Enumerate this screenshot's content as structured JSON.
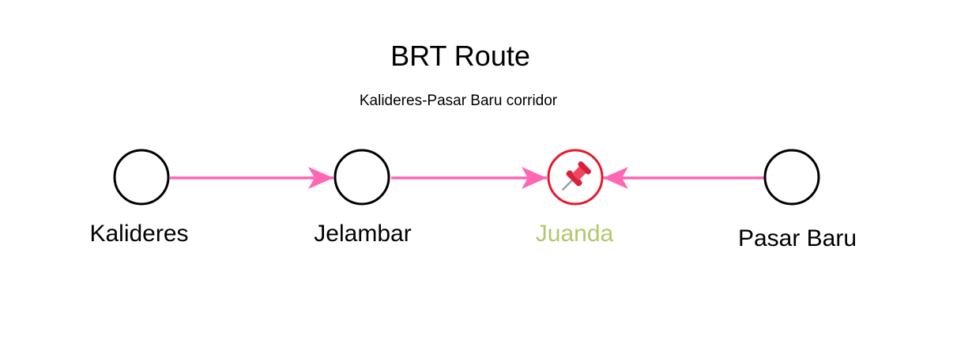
{
  "diagram": {
    "title": "BRT Route",
    "subtitle": "Kalideres-Pasar Baru corridor",
    "colors": {
      "arrow": "#ff66b3",
      "node_stroke": "#000000",
      "highlight_stroke": "#e6192b",
      "highlight_label": "#b3c66b",
      "label": "#000000"
    },
    "stations": [
      {
        "id": "kalideres",
        "label": "Kalideres",
        "highlight": false,
        "icon": ""
      },
      {
        "id": "jelambar",
        "label": "Jelambar",
        "highlight": false,
        "icon": ""
      },
      {
        "id": "juanda",
        "label": "Juanda",
        "highlight": true,
        "icon": "pushpin-icon"
      },
      {
        "id": "pasar-baru",
        "label": "Pasar Baru",
        "highlight": false,
        "icon": ""
      }
    ],
    "edges": [
      {
        "from": "kalideres",
        "to": "jelambar"
      },
      {
        "from": "jelambar",
        "to": "juanda"
      },
      {
        "from": "pasar-baru",
        "to": "juanda"
      }
    ]
  }
}
